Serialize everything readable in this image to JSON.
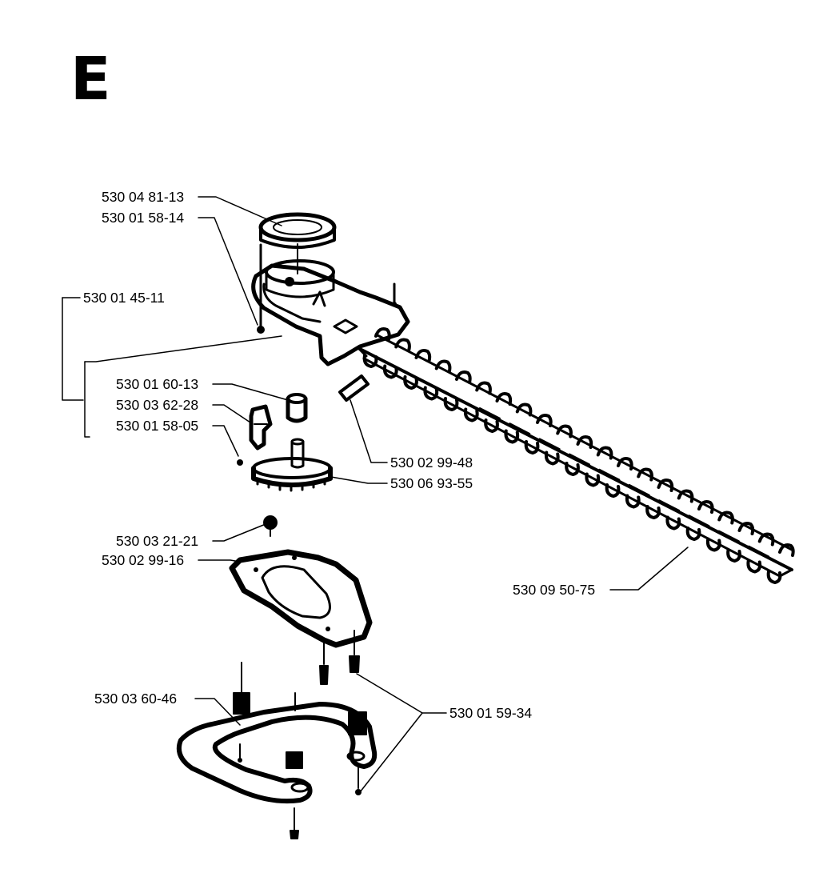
{
  "section": {
    "letter": "E"
  },
  "parts": {
    "p1": "530 04 81-13",
    "p2": "530 01 58-14",
    "p3": "530 01 45-11",
    "p4": "530 01 60-13",
    "p5": "530 03 62-28",
    "p6": "530 01 58-05",
    "p7": "530 02 99-48",
    "p8": "530 06 93-55",
    "p9": "530 03 21-21",
    "p10": "530 02 99-16",
    "p11": "530 09 50-75",
    "p12": "530 03 60-46",
    "p13": "530 01 59-34"
  },
  "icons": {
    "bearing": "bearing-cap-icon",
    "gearbox": "gear-housing-icon",
    "blade": "hedge-trimmer-blade-icon",
    "gear": "gear-wheel-icon",
    "cover": "cover-plate-icon",
    "bracket": "mounting-bracket-icon"
  }
}
